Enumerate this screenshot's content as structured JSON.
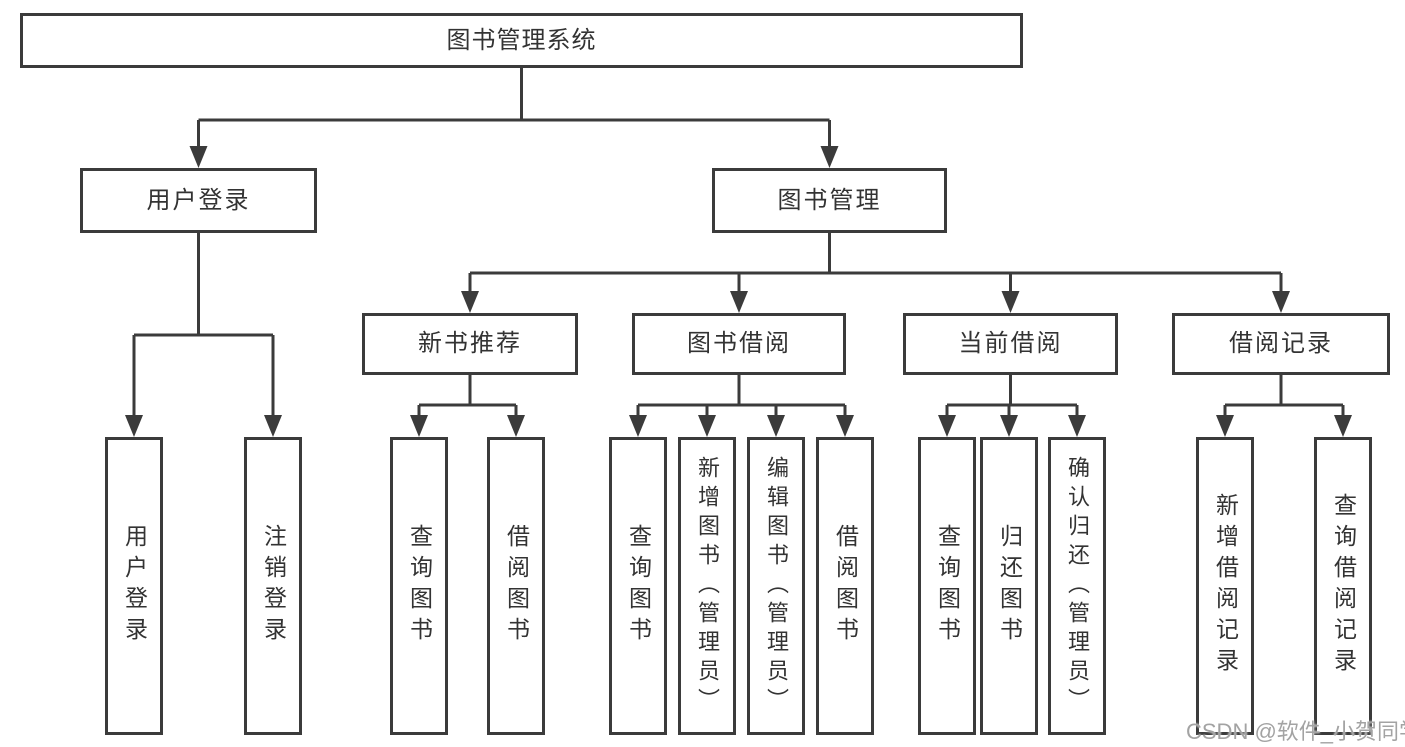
{
  "tree": {
    "label": "图书管理系统",
    "children": [
      {
        "label": "用户登录",
        "children": [
          {
            "label": "用户登录"
          },
          {
            "label": "注销登录"
          }
        ]
      },
      {
        "label": "图书管理",
        "children": [
          {
            "label": "新书推荐",
            "children": [
              {
                "label": "查询图书"
              },
              {
                "label": "借阅图书"
              }
            ]
          },
          {
            "label": "图书借阅",
            "children": [
              {
                "label": "查询图书"
              },
              {
                "label": "新增图书（管理员）"
              },
              {
                "label": "编辑图书（管理员）"
              },
              {
                "label": "借阅图书"
              }
            ]
          },
          {
            "label": "当前借阅",
            "children": [
              {
                "label": "查询图书"
              },
              {
                "label": "归还图书"
              },
              {
                "label": "确认归还（管理员）"
              }
            ]
          },
          {
            "label": "借阅记录",
            "children": [
              {
                "label": "新增借阅记录"
              },
              {
                "label": "查询借阅记录"
              }
            ]
          }
        ]
      }
    ]
  },
  "watermark": "CSDN @软件_小贺同学",
  "colors": {
    "line": "#3b3b3b",
    "text": "#333333",
    "background": "#ffffff",
    "watermark": "#a3a3a3"
  }
}
